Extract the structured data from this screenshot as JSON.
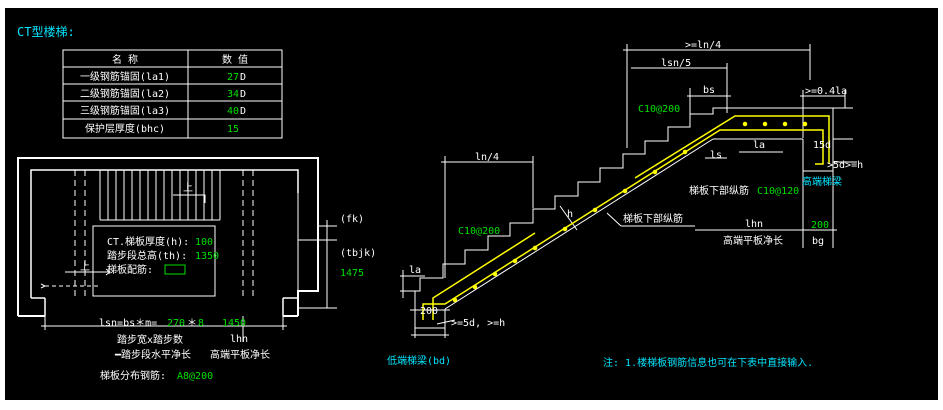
{
  "title": "CT型楼梯:",
  "table": {
    "headers": [
      "名  称",
      "数  值"
    ],
    "rows": [
      {
        "name": "一级钢筋锚固(la1)",
        "value": "27",
        "unit": "D"
      },
      {
        "name": "二级钢筋锚固(la2)",
        "value": "34",
        "unit": "D"
      },
      {
        "name": "三级钢筋锚固(la3)",
        "value": "40",
        "unit": "D"
      },
      {
        "name": "保护层厚度(bhc)",
        "value": "15",
        "unit": ""
      }
    ]
  },
  "plan": {
    "up1": "上",
    "up2": "上",
    "thickness_label": "CT.梯板厚度(h):",
    "thickness_value": "100",
    "height_label": "踏步段总高(th):",
    "height_value": "1350",
    "rebar_label": "梯板配筋:",
    "fk": "(fk)",
    "tbjk": "(tbjk)",
    "width_value": "1475",
    "lsn_label": "lsn=bs＊m=",
    "lsn_value1": "270",
    "lsn_star": "＊",
    "lsn_value2": "8",
    "lhn_value": "1450",
    "lhn_label": "lhn",
    "note_step": "踏步宽x踏步数",
    "note_run": "━踏步段水平净长",
    "note_landing": "高端平板净长",
    "dist_label": "梯板分布钢筋:",
    "dist_value": "A8@200"
  },
  "section": {
    "ln4_top": ">=ln/4",
    "lsn5": "lsn/5",
    "bs": "bs",
    "a041": ">=0.4la",
    "c10_top": "C10@200",
    "ls": "ls",
    "la_top": "la",
    "d15": "15d",
    "d5h_top": ">5d>=h",
    "high_beam": "高端梯梁",
    "lower_rebar1": "梯板下部纵筋",
    "c10_120": "C10@120",
    "ln4_mid": "ln/4",
    "h": "h",
    "lower_rebar2": "梯板下部纵筋",
    "c10_mid": "C10@200",
    "lhn": "lhn",
    "v200_right": "200",
    "landing_label": "高端平板净长",
    "bg": "bg",
    "la_bottom": "la",
    "v200_bottom": "200",
    "d5h_bottom": ">=5d, >=h",
    "low_beam": "低端梯梁(bd)"
  },
  "note": "注: 1.楼梯板钢筋信息也可在下表中直接输入.",
  "colors": {
    "background": "#000000",
    "line": "#ffffff",
    "cyan": "#00e5ff",
    "green": "#00e000",
    "rebar": "#ffff00"
  }
}
